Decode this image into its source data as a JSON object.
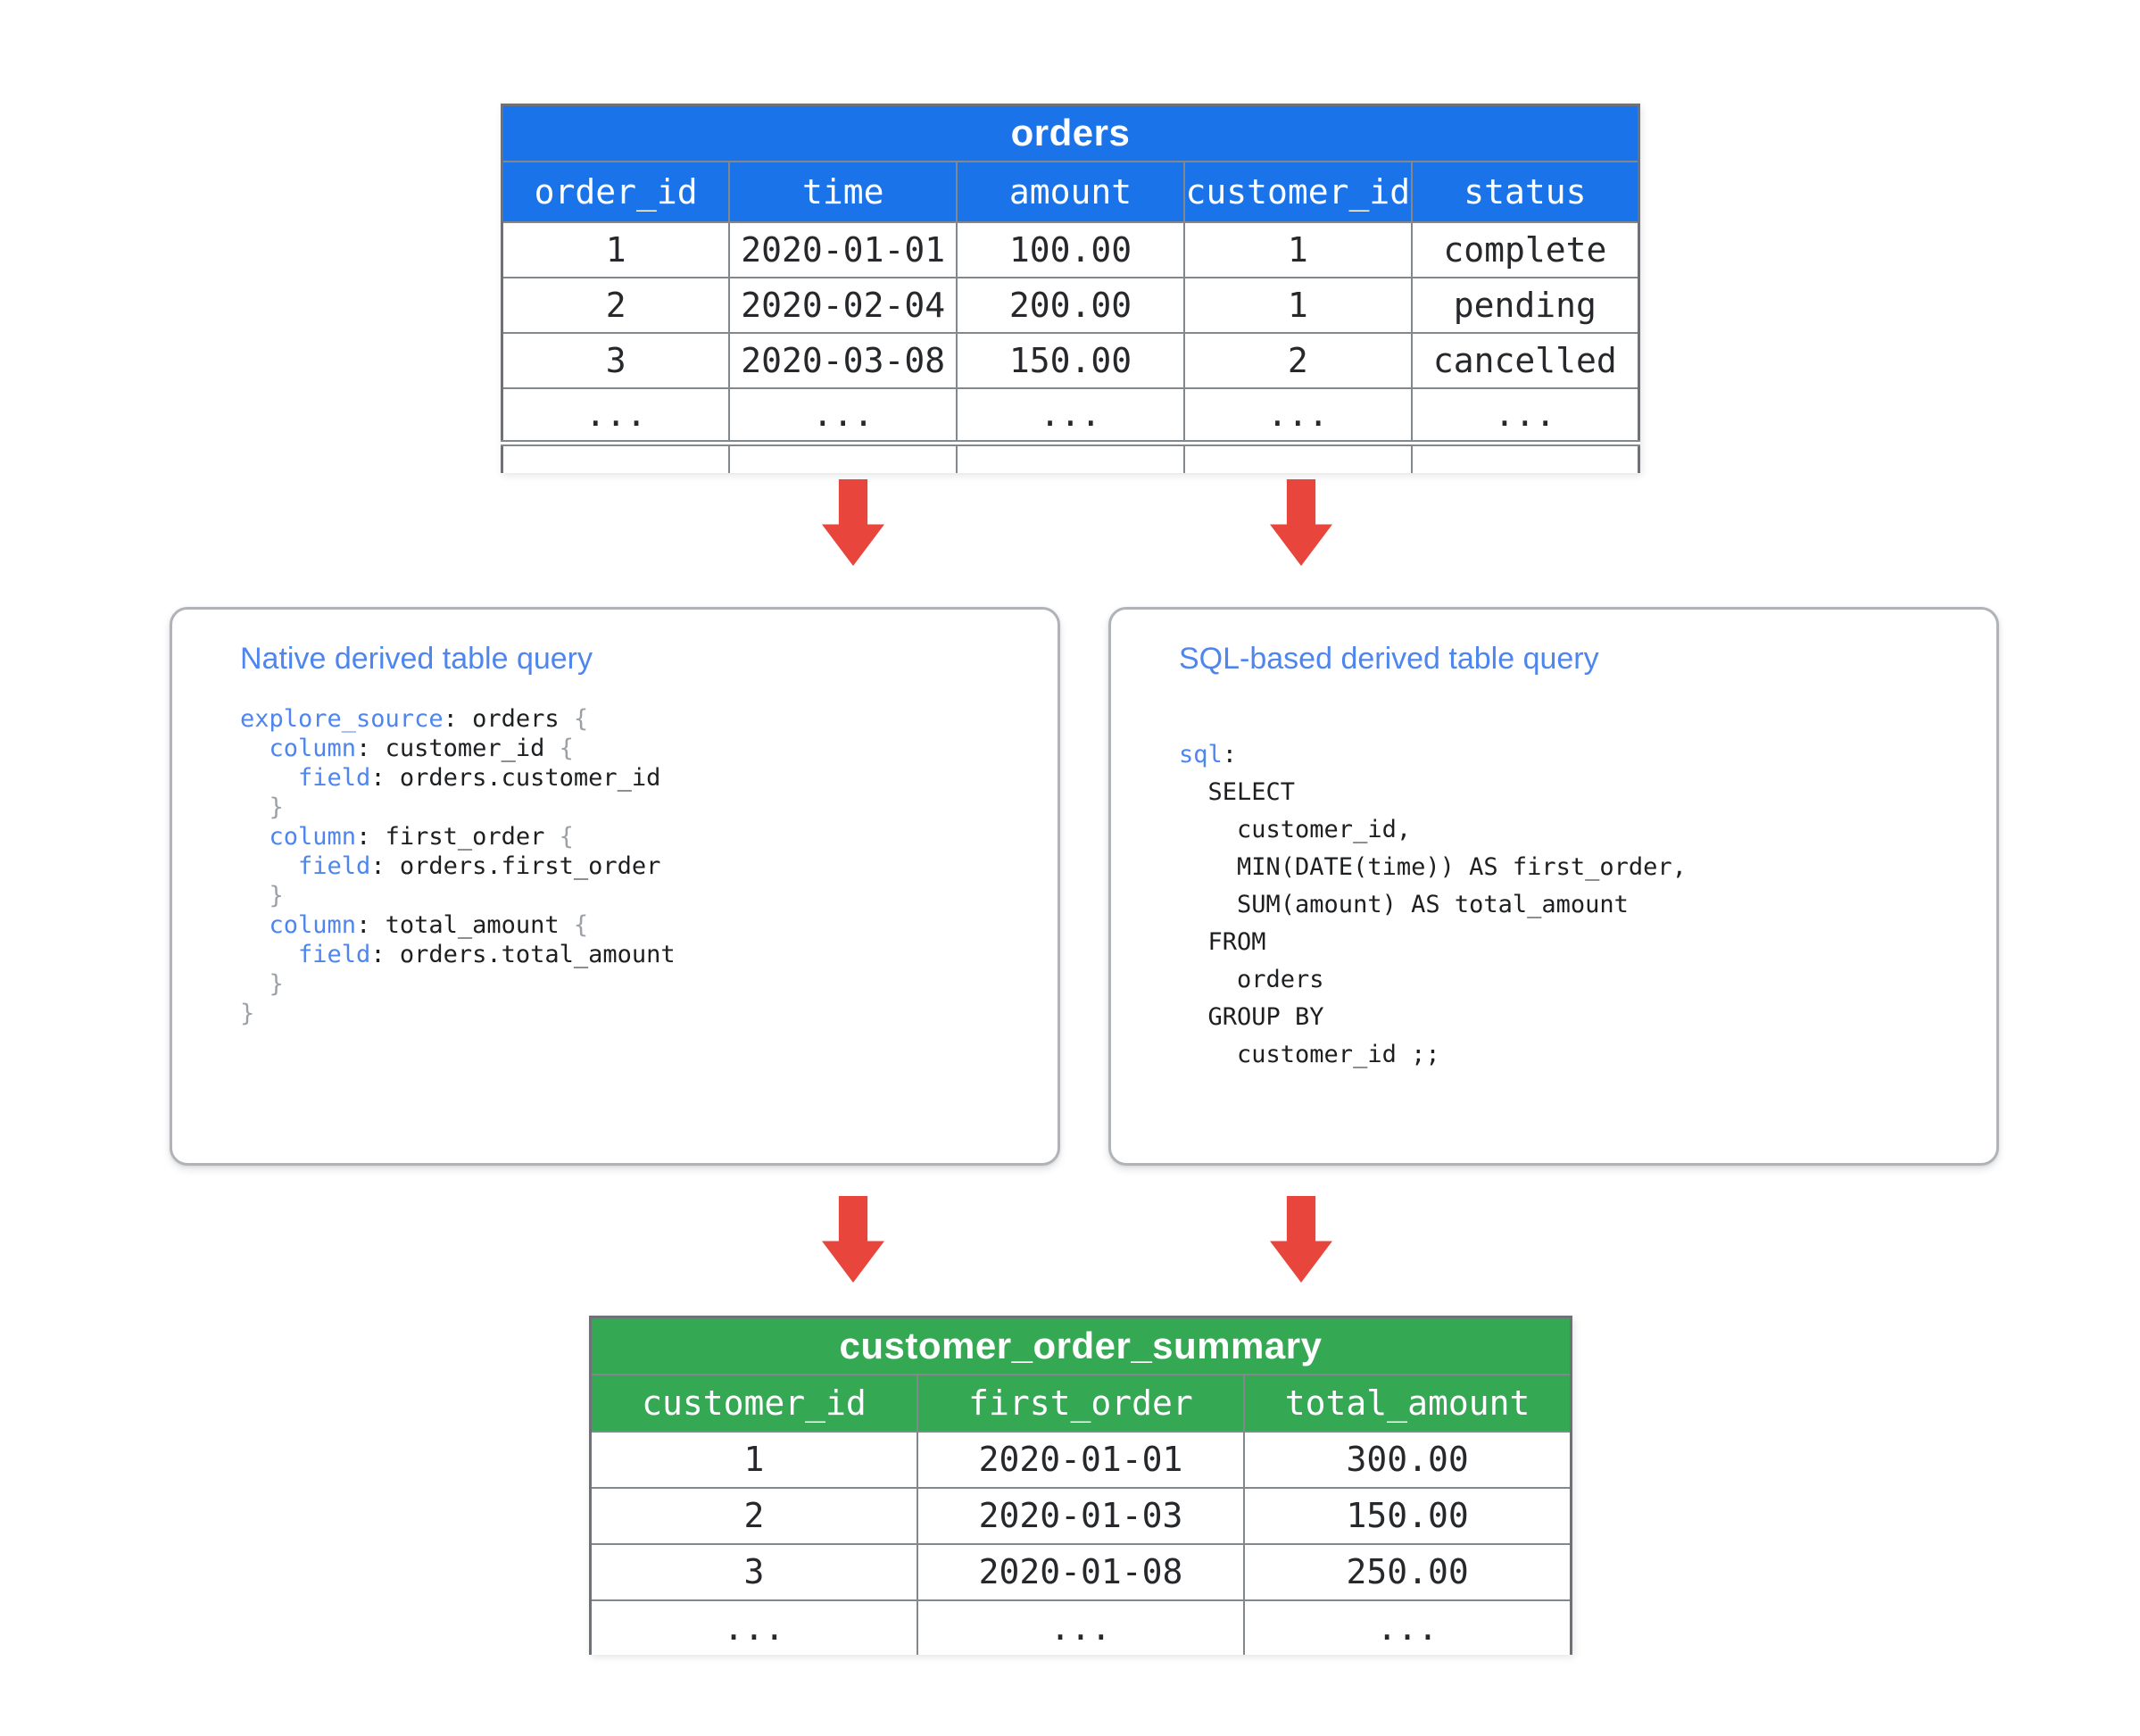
{
  "colors": {
    "orders_header_blue": "#1A73E8",
    "summary_header_green": "#34A853",
    "arrow_red": "#E8453C",
    "keyword_blue": "#4E86EE",
    "brace_gray": "#9CA1A8",
    "table_border_gray": "#83888D"
  },
  "orders_table": {
    "title": "orders",
    "columns": [
      "order_id",
      "time",
      "amount",
      "customer_id",
      "status"
    ],
    "rows": [
      [
        "1",
        "2020-01-01",
        "100.00",
        "1",
        "complete"
      ],
      [
        "2",
        "2020-02-04",
        "200.00",
        "1",
        "pending"
      ],
      [
        "3",
        "2020-03-08",
        "150.00",
        "2",
        "cancelled"
      ],
      [
        "...",
        "...",
        "...",
        "...",
        "..."
      ]
    ],
    "truncated": true
  },
  "native_query_box": {
    "title": "Native derived table query",
    "code": [
      [
        [
          "kw",
          "explore_source"
        ],
        [
          "pl",
          ": orders "
        ],
        [
          "br",
          "{"
        ]
      ],
      [
        [
          "pl",
          "  "
        ],
        [
          "kw",
          "column"
        ],
        [
          "pl",
          ": customer_id "
        ],
        [
          "br",
          "{"
        ]
      ],
      [
        [
          "pl",
          "    "
        ],
        [
          "kw",
          "field"
        ],
        [
          "pl",
          ": orders.customer_id"
        ]
      ],
      [
        [
          "pl",
          "  "
        ],
        [
          "br",
          "}"
        ]
      ],
      [
        [
          "pl",
          "  "
        ],
        [
          "kw",
          "column"
        ],
        [
          "pl",
          ": first_order "
        ],
        [
          "br",
          "{"
        ]
      ],
      [
        [
          "pl",
          "    "
        ],
        [
          "kw",
          "field"
        ],
        [
          "pl",
          ": orders.first_order"
        ]
      ],
      [
        [
          "pl",
          "  "
        ],
        [
          "br",
          "}"
        ]
      ],
      [
        [
          "pl",
          "  "
        ],
        [
          "kw",
          "column"
        ],
        [
          "pl",
          ": total_amount "
        ],
        [
          "br",
          "{"
        ]
      ],
      [
        [
          "pl",
          "    "
        ],
        [
          "kw",
          "field"
        ],
        [
          "pl",
          ": orders.total_amount"
        ]
      ],
      [
        [
          "pl",
          "  "
        ],
        [
          "br",
          "}"
        ]
      ],
      [
        [
          "br",
          "}"
        ]
      ]
    ]
  },
  "sql_query_box": {
    "title": "SQL-based derived table query",
    "code": [
      [
        [
          "kw",
          "sql"
        ],
        [
          "pl",
          ":"
        ]
      ],
      [
        [
          "pl",
          "  SELECT"
        ]
      ],
      [
        [
          "pl",
          "    customer_id,"
        ]
      ],
      [
        [
          "pl",
          "    MIN(DATE(time)) AS first_order,"
        ]
      ],
      [
        [
          "pl",
          "    SUM(amount) AS total_amount"
        ]
      ],
      [
        [
          "pl",
          "  FROM"
        ]
      ],
      [
        [
          "pl",
          "    orders"
        ]
      ],
      [
        [
          "pl",
          "  GROUP BY"
        ]
      ],
      [
        [
          "pl",
          "    customer_id ;;"
        ]
      ]
    ]
  },
  "summary_table": {
    "title": "customer_order_summary",
    "columns": [
      "customer_id",
      "first_order",
      "total_amount"
    ],
    "rows": [
      [
        "1",
        "2020-01-01",
        "300.00"
      ],
      [
        "2",
        "2020-01-03",
        "150.00"
      ],
      [
        "3",
        "2020-01-08",
        "250.00"
      ],
      [
        "...",
        "...",
        "..."
      ]
    ],
    "truncated": false
  },
  "arrows": {
    "icon": "down-arrow",
    "count": 4
  }
}
